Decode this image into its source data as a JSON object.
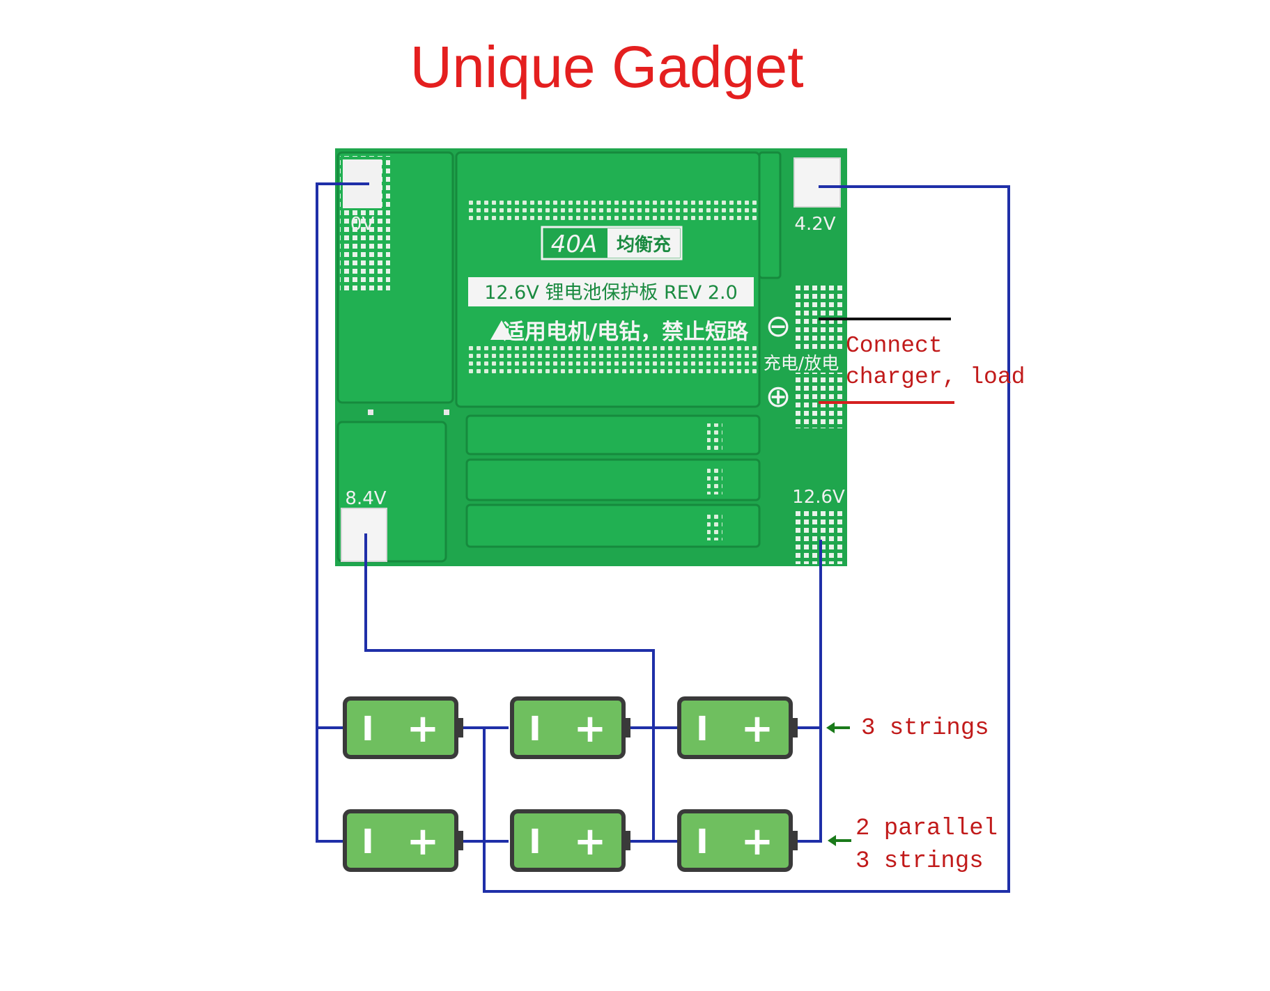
{
  "title": "Unique Gadget",
  "colors": {
    "title": "#e41f1f",
    "pcb": "#1fa64d",
    "pcb_dark": "#178a3e",
    "wire": "#1f2fa8",
    "battery_fill": "#6fbf5f",
    "battery_border": "#3a3a3a",
    "annotation": "#c11a1a",
    "arrow": "#1a7a1a",
    "neg_wire": "#111111",
    "pos_wire": "#d42020"
  },
  "board": {
    "label_0v": "0V",
    "label_42v": "4.2V",
    "label_84v": "8.4V",
    "label_126v": "12.6V",
    "badge_current": "40A",
    "badge_balance": "均衡充",
    "product_line": "12.6V 锂电池保护板 REV 2.0",
    "warning_line": "适用电机/电钻，禁止短路",
    "charge_discharge": "充电/放电",
    "minus_symbol": "⊖",
    "plus_symbol": "⊕"
  },
  "annotations": {
    "connect_line1": "Connect",
    "connect_line2": "charger, load",
    "strings_row1": "3 strings",
    "strings_row2_line1": "2 parallel",
    "strings_row2_line2": "3 strings"
  },
  "battery": {
    "minus": "I",
    "plus": "+"
  }
}
